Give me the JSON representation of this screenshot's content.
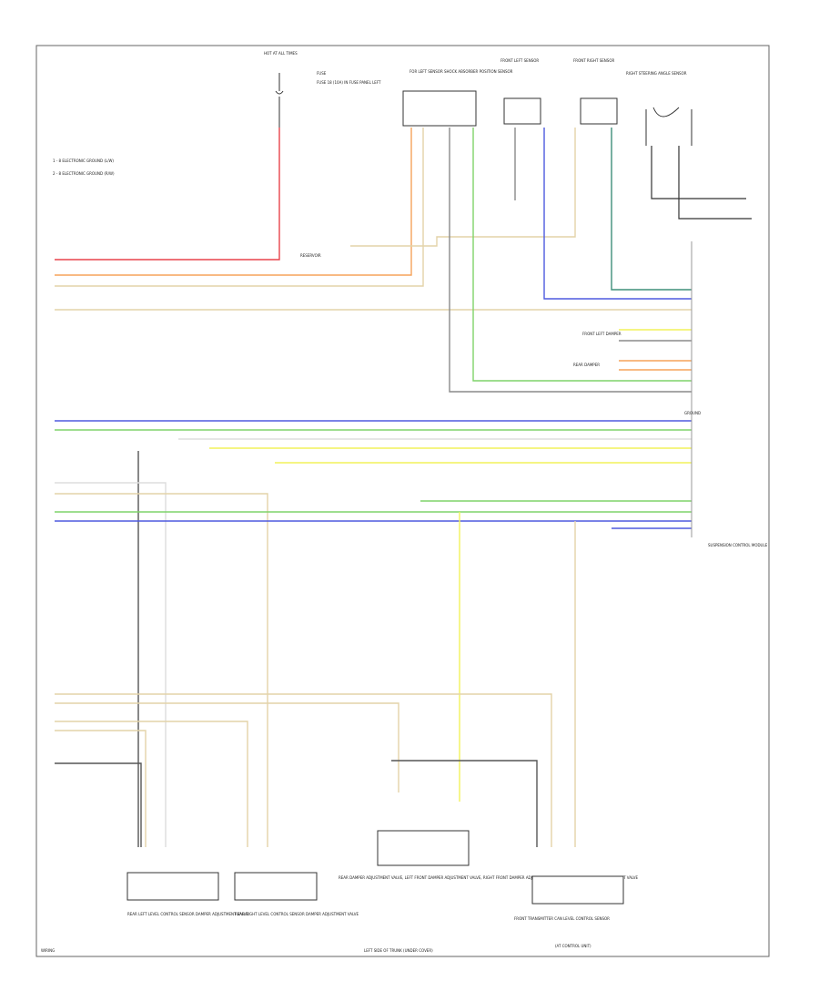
{
  "legend": [
    "1 - 8 ELECTRONIC GROUND (L/W)",
    "2 - 8 ELECTRONIC GROUND (R/W)"
  ],
  "fuse": {
    "label": "HOT AT ALL TIMES",
    "fuse_text": "FUSE",
    "location": "FUSE 18 (10A) IN FUSE PANEL LEFT"
  },
  "components": {
    "top_left_sensor": "FOR LEFT SENSOR SHOCK ABSORBER POSITION SENSOR",
    "front_left_sensor": "FRONT LEFT SENSOR",
    "front_right_sensor": "FRONT RIGHT SENSOR",
    "right_steering": "RIGHT STEERING ANGLE SENSOR",
    "control_module_ground": "GROUND",
    "control_module": "SUSPENSION CONTROL MODULE",
    "inline_left": "FRONT LEFT DAMPER",
    "inline_right": "REAR DAMPER",
    "right_side_note": "RESERVOIR",
    "bottom_left": "REAR LEFT LEVEL CONTROL SENSOR DAMPER ADJUSTMENT VALVE",
    "bottom_center_left": "REAR RIGHT LEVEL CONTROL SENSOR DAMPER ADJUSTMENT VALVE",
    "bottom_center": "REAR DAMPER ADJUSTMENT VALVE, LEFT FRONT DAMPER ADJUSTMENT VALVE, RIGHT FRONT DAMPER ADJUSTMENT VALVE, LEFT REAR DAMPER ADJUSTMENT VALVE",
    "bottom_center_sub": "LEFT SIDE OF TRUNK (UNDER COVER)",
    "bottom_right": "FRONT TRANSMITTER CAN LEVEL CONTROL SENSOR",
    "bottom_right_sub": "(AT CONTROL UNIT)"
  },
  "wire_colors": {
    "red": "#e8434b",
    "orange": "#f6a35a",
    "tan": "#e3d3a9",
    "grey": "#8a8a8a",
    "yellow": "#f2f25a",
    "green": "#7fd36a",
    "blue": "#4e5adf",
    "teal": "#3e8f7a",
    "dark": "#555555",
    "light": "#dddddd"
  },
  "page_footer": "WIRING"
}
